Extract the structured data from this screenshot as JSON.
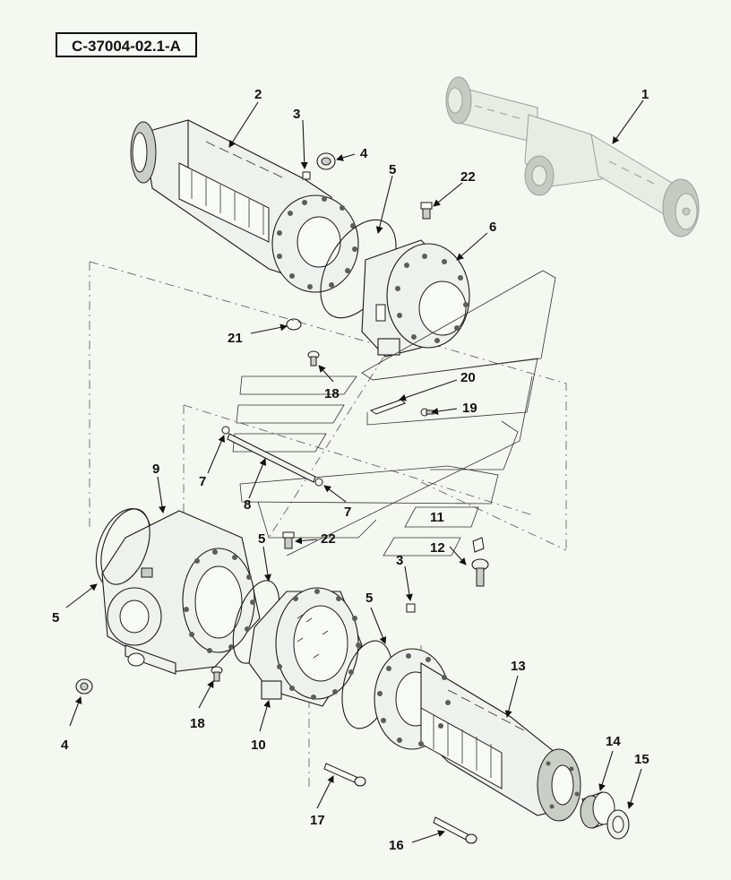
{
  "figure_id": "C-37004-02.1-A",
  "callouts": {
    "c1": "1",
    "c2": "2",
    "c3a": "3",
    "c3b": "3",
    "c4a": "4",
    "c4b": "4",
    "c5a": "5",
    "c5b": "5",
    "c5c": "5",
    "c5d": "5",
    "c6": "6",
    "c7a": "7",
    "c7b": "7",
    "c8": "8",
    "c9": "9",
    "c10": "10",
    "c11": "11",
    "c12": "12",
    "c13": "13",
    "c14": "14",
    "c15": "15",
    "c16": "16",
    "c17": "17",
    "c18a": "18",
    "c18b": "18",
    "c19": "19",
    "c20": "20",
    "c21": "21",
    "c22a": "22",
    "c22b": "22"
  }
}
